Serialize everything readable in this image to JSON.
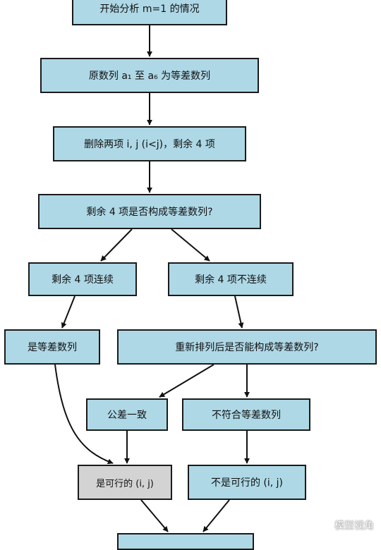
{
  "nodes": {
    "start": "开始分析 m=1 的情况",
    "seq": "原数列 a₁ 至 a₆ 为等差数列",
    "delete": "删除两项 i, j (i<j)，剩余 4 项",
    "question": "剩余 4 项是否构成等差数列?",
    "continuous": "剩余 4 项连续",
    "not_continuous": "剩余 4 项不连续",
    "is_arith": "是等差数列",
    "rearrange": "重新排列后是否能构成等差数列?",
    "same_diff": "公差一致",
    "not_match": "不符合等差数列",
    "feasible": "是可行的 (i, j)",
    "not_feasible": "不是可行的 (i, j)",
    "end": ""
  },
  "colors": {
    "node_fill": "#aed8e6",
    "node_fill_highlight": "#d3d3d3",
    "border": "#1a1a1a"
  },
  "watermark": "模型视角"
}
